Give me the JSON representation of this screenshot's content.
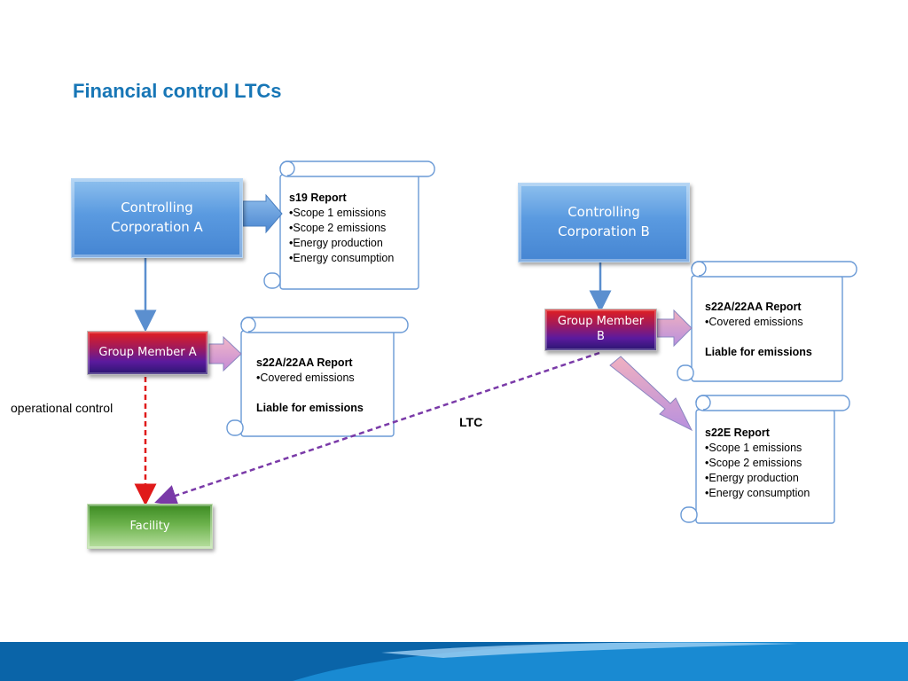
{
  "title": "Financial control LTCs",
  "nodes": {
    "controlling_a": "Controlling Corporation A",
    "controlling_b": "Controlling Corporation B",
    "group_member_a": "Group Member A",
    "group_member_b": "Group Member B",
    "facility": "Facility"
  },
  "reports": {
    "s19": {
      "heading": "s19 Report",
      "items": [
        "•Scope 1 emissions",
        "•Scope 2 emissions",
        "•Energy production",
        "•Energy consumption"
      ]
    },
    "s22a_a": {
      "heading": "s22A/22AA Report",
      "items": [
        "•Covered emissions"
      ],
      "note": "Liable for emissions"
    },
    "s22a_b": {
      "heading": "s22A/22AA Report",
      "items": [
        "•Covered emissions"
      ],
      "note": "Liable for emissions"
    },
    "s22e": {
      "heading": "s22E Report",
      "items": [
        "•Scope 1 emissions",
        "•Scope 2 emissions",
        "•Energy production",
        "•Energy consumption"
      ]
    }
  },
  "labels": {
    "operational_control": "operational control",
    "ltc": "LTC"
  },
  "colors": {
    "title": "#1776b6",
    "connector_blue": "#5b8fcf",
    "operational_dash": "#e01a1a",
    "ltc_dash": "#7a3aa8",
    "footer": "#0a64a8"
  }
}
